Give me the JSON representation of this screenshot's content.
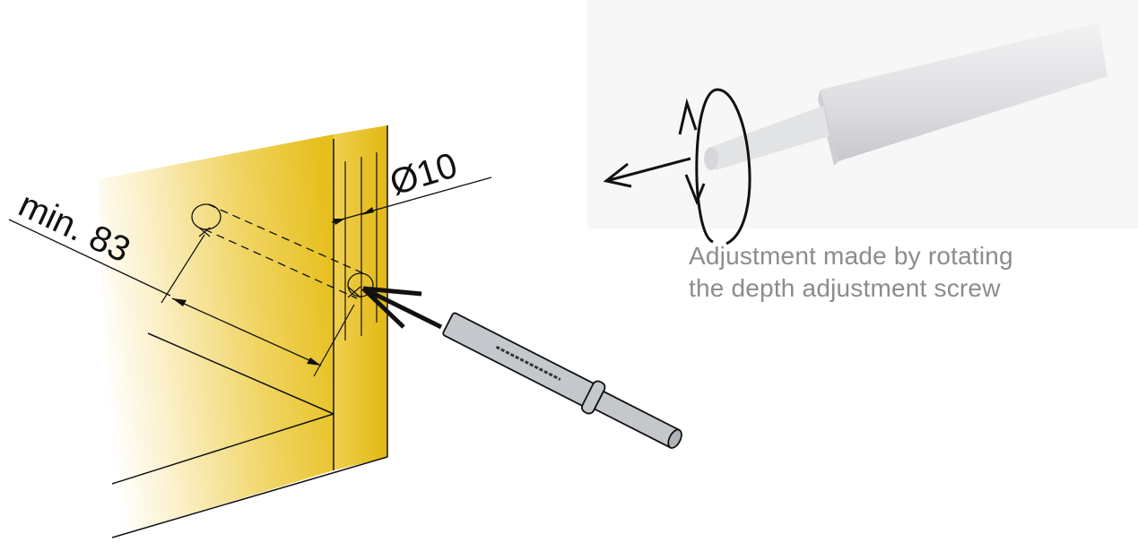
{
  "dimensions": {
    "min_depth": "min. 83",
    "diameter": "Ø10"
  },
  "caption": {
    "line1": "Adjustment made by rotating",
    "line2": "the depth adjustment screw"
  },
  "colors": {
    "cabinet_yellow": "#e6bf1c",
    "part_grey": "#c4c8cc",
    "caption_grey": "#8c8c8c"
  }
}
